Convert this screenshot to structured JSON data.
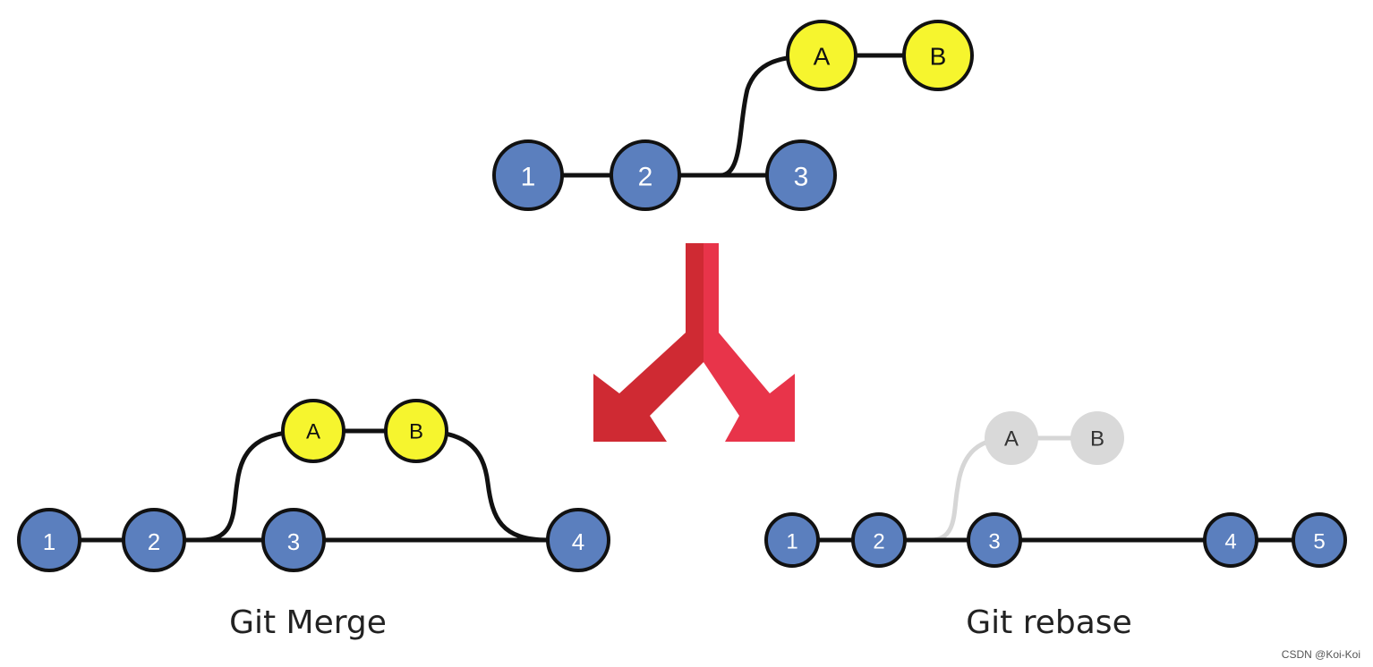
{
  "colors": {
    "blue_commit": "#5b7fbe",
    "yellow_commit": "#f6f52e",
    "ghost_commit": "#d9d9d9",
    "line": "#111111",
    "ghost_line": "#d6d6d6",
    "arrow_dark": "#cf2a33",
    "arrow_light": "#e8344a"
  },
  "top_diagram": {
    "main_commits": [
      "1",
      "2",
      "3"
    ],
    "branch_commits": [
      "A",
      "B"
    ]
  },
  "git_merge": {
    "caption": "Git Merge",
    "main_commits": [
      "1",
      "2",
      "3",
      "4"
    ],
    "branch_commits": [
      "A",
      "B"
    ]
  },
  "git_rebase": {
    "caption": "Git rebase",
    "main_commits": [
      "1",
      "2",
      "3",
      "4",
      "5"
    ],
    "ghost_commits": [
      "A",
      "B"
    ]
  },
  "watermark": "CSDN @Koi-Koi"
}
